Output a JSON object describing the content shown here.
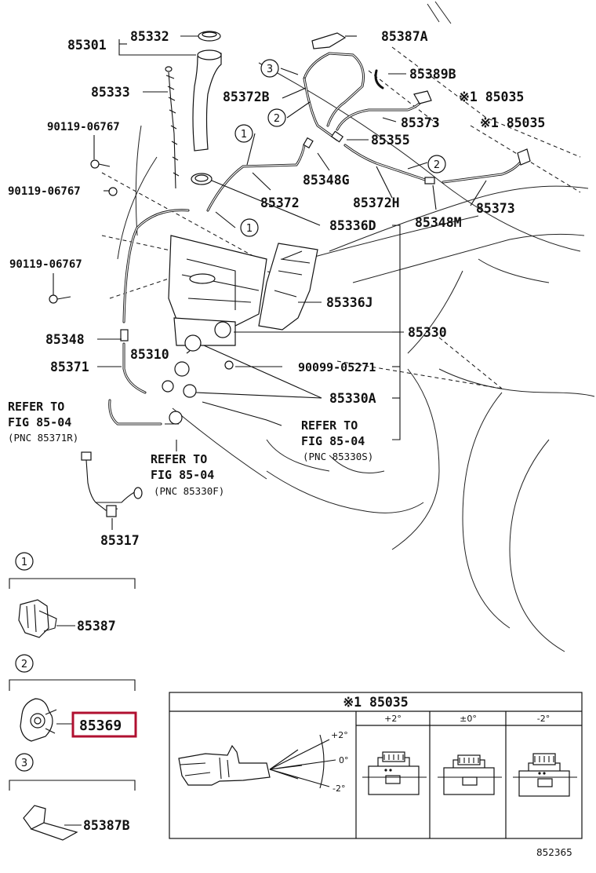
{
  "labels": {
    "p85301": "85301",
    "p85332": "85332",
    "p85333": "85333",
    "p90119_a": "90119-06767",
    "p90119_b": "90119-06767",
    "p90119_c": "90119-06767",
    "p85348": "85348",
    "p85371": "85371",
    "p85310": "85310",
    "p85317": "85317",
    "p85387A": "85387A",
    "p85389B": "85389B",
    "p85035_a": "※1 85035",
    "p85372B": "85372B",
    "p85373_a": "85373",
    "p85035_b": "※1 85035",
    "p85355": "85355",
    "p85348G": "85348G",
    "p85372": "85372",
    "p85372H": "85372H",
    "p85348M": "85348M",
    "p85373_b": "85373",
    "p85336D": "85336D",
    "p85336J": "85336J",
    "p85330": "85330",
    "p90099": "90099-05271",
    "p85330A": "85330A"
  },
  "references": {
    "left": {
      "line1": "REFER TO",
      "line2": "FIG 85-04",
      "pnc": "(PNC 85371R)"
    },
    "middle": {
      "line1": "REFER TO",
      "line2": "FIG 85-04",
      "pnc": "(PNC 85330F)"
    },
    "right": {
      "line1": "REFER TO",
      "line2": "FIG 85-04",
      "pnc": "(PNC 85330S)"
    }
  },
  "callouts": {
    "c1": "1",
    "c2": "2",
    "c3": "3"
  },
  "legend": {
    "item1": {
      "num": "1",
      "part": "85387"
    },
    "item2": {
      "num": "2",
      "part": "85369"
    },
    "item3": {
      "num": "3",
      "part": "85387B"
    }
  },
  "inset": {
    "title": "※1 85035",
    "angles": {
      "up": "+2°",
      "zero": "0°",
      "down": "-2°"
    },
    "columns": [
      "+2°",
      "±0°",
      "-2°"
    ]
  },
  "figure_number": "852365",
  "colors": {
    "highlight": "#b01030",
    "line": "#111111"
  }
}
